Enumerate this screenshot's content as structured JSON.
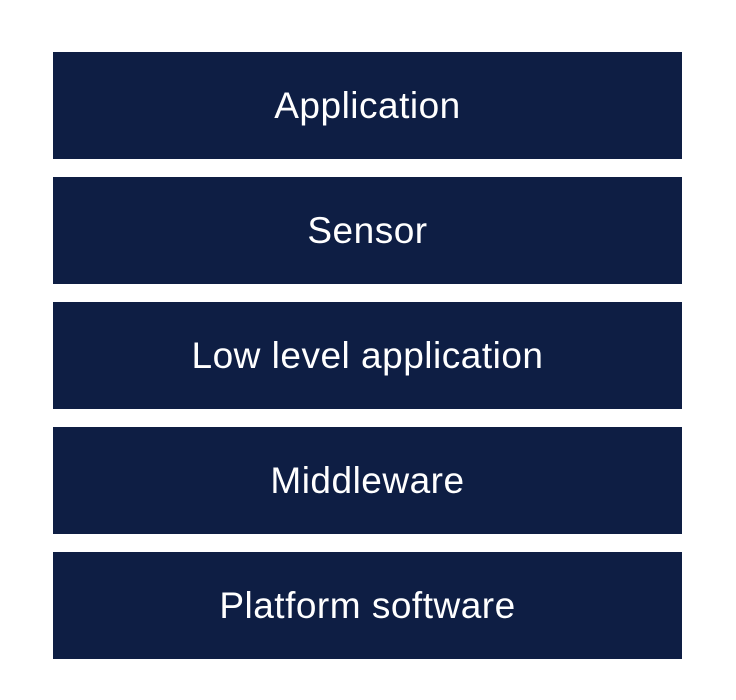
{
  "colors": {
    "background": "#ffffff",
    "layer_fill": "#0e1e44",
    "layer_text": "#ffffff"
  },
  "layers": [
    {
      "label": "Application"
    },
    {
      "label": "Sensor"
    },
    {
      "label": "Low level application"
    },
    {
      "label": "Middleware"
    },
    {
      "label": "Platform software"
    }
  ]
}
